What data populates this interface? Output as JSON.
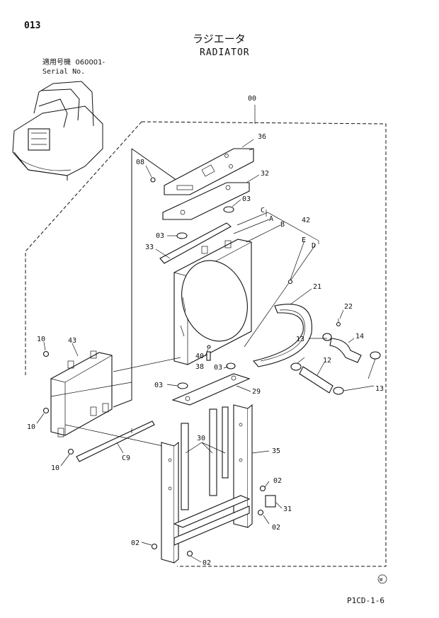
{
  "header": {
    "page_number": "013",
    "title_jp": "ラジエータ",
    "title_en": "RADIATOR",
    "serial_label_jp": "適用号機",
    "serial_value": "060001-",
    "serial_label_en": "Serial No."
  },
  "callouts": {
    "p00": "00",
    "p36": "36",
    "p08": "08",
    "p32": "32",
    "p03a": "03",
    "pC": "C",
    "pA": "A",
    "pB": "B",
    "p42": "42",
    "p03b": "03",
    "p33": "33",
    "pE": "E",
    "pD": "D",
    "p21": "21",
    "p22": "22",
    "p14": "14",
    "p13a": "13",
    "p12": "12",
    "p13b": "13",
    "p40": "40",
    "p38": "38",
    "p03c": "03",
    "p03d": "03",
    "p29": "29",
    "p10a": "10",
    "p43": "43",
    "p10b": "10",
    "pC9": "C9",
    "p10c": "10",
    "p30": "30",
    "p35": "35",
    "p02a": "02",
    "p31": "31",
    "p02b": "02",
    "p02c": "02",
    "p02d": "02"
  },
  "footer": {
    "corner_mark": "W",
    "doc_code": "P1CD-1-6"
  }
}
